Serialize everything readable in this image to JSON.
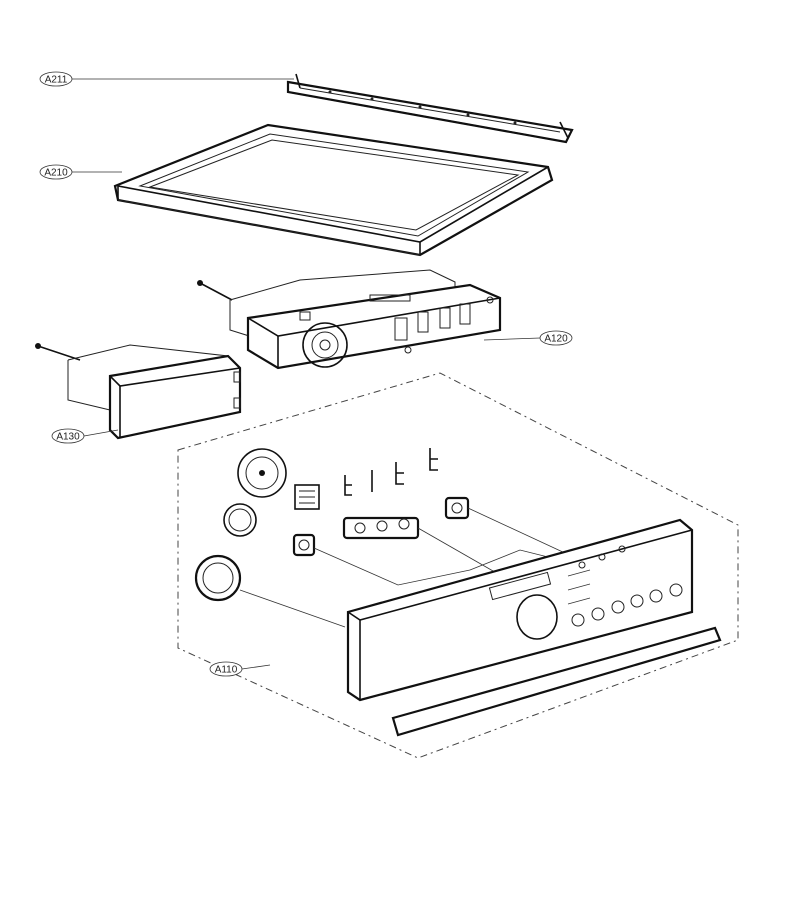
{
  "callouts": {
    "a211": "A211",
    "a210": "A210",
    "a120": "A120",
    "a130": "A130",
    "a110": "A110"
  }
}
